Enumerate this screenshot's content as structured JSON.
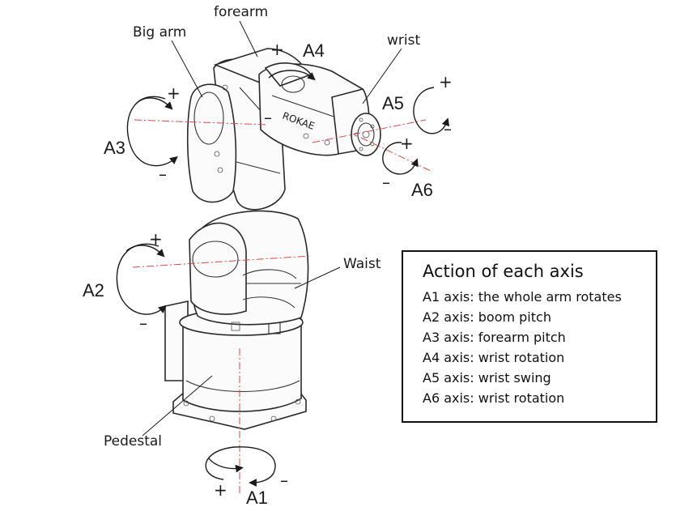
{
  "labels": {
    "forearm": "forearm",
    "big_arm": "Big arm",
    "wrist": "wrist",
    "waist": "Waist",
    "pedestal": "Pedestal",
    "brand": "ROKAE"
  },
  "axes": {
    "a1": "A1",
    "a2": "A2",
    "a3": "A3",
    "a4": "A4",
    "a5": "A5",
    "a6": "A6"
  },
  "signs": {
    "plus": "+",
    "minus": "–"
  },
  "legend": {
    "title": "Action of each axis",
    "items": [
      "A1 axis: the whole arm rotates",
      "A2 axis: boom pitch",
      "A3 axis: forearm pitch",
      "A4 axis: wrist rotation",
      "A5 axis: wrist swing",
      "A6 axis: wrist rotation"
    ]
  },
  "colors": {
    "centerline": "#d94a4a",
    "outline": "#2a2a2a"
  }
}
